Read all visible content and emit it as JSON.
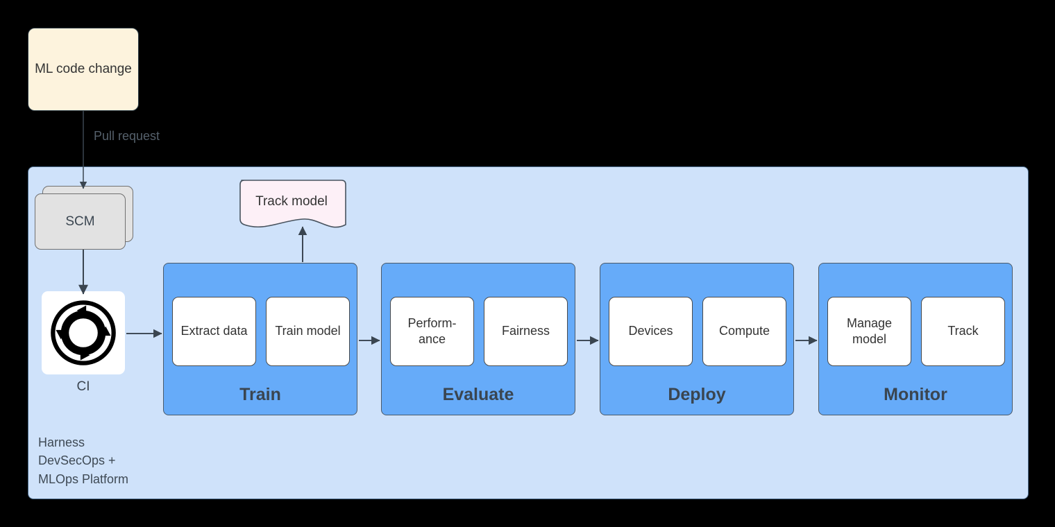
{
  "diagram": {
    "source_node": {
      "label": "ML code change",
      "fill": "#fdf3dd"
    },
    "edges": {
      "pull_request": "Pull request"
    },
    "platform": {
      "label": "Harness\nDevSecOps +\nMLOps Platform",
      "fill": "#cfe2fa"
    },
    "scm": {
      "label": "SCM",
      "fill": "#e2e2e2"
    },
    "ci": {
      "label": "CI",
      "icon": "cycle-arrows-icon"
    },
    "artifact": {
      "label": "Track model",
      "fill": "#fdf0f7"
    },
    "stages": [
      {
        "title": "Train",
        "items": [
          "Extract data",
          "Train model"
        ]
      },
      {
        "title": "Evaluate",
        "items": [
          "Perform-\nance",
          "Fairness"
        ]
      },
      {
        "title": "Deploy",
        "items": [
          "Devices",
          "Compute"
        ]
      },
      {
        "title": "Monitor",
        "items": [
          "Manage model",
          "Track"
        ]
      }
    ],
    "colors": {
      "stage_fill": "#66abf9",
      "platform_fill": "#cfe2fa",
      "source_fill": "#fdf3dd",
      "artifact_fill": "#fdf0f7",
      "scm_fill": "#e2e2e2",
      "stroke": "#3a4550",
      "background": "#000000"
    }
  }
}
